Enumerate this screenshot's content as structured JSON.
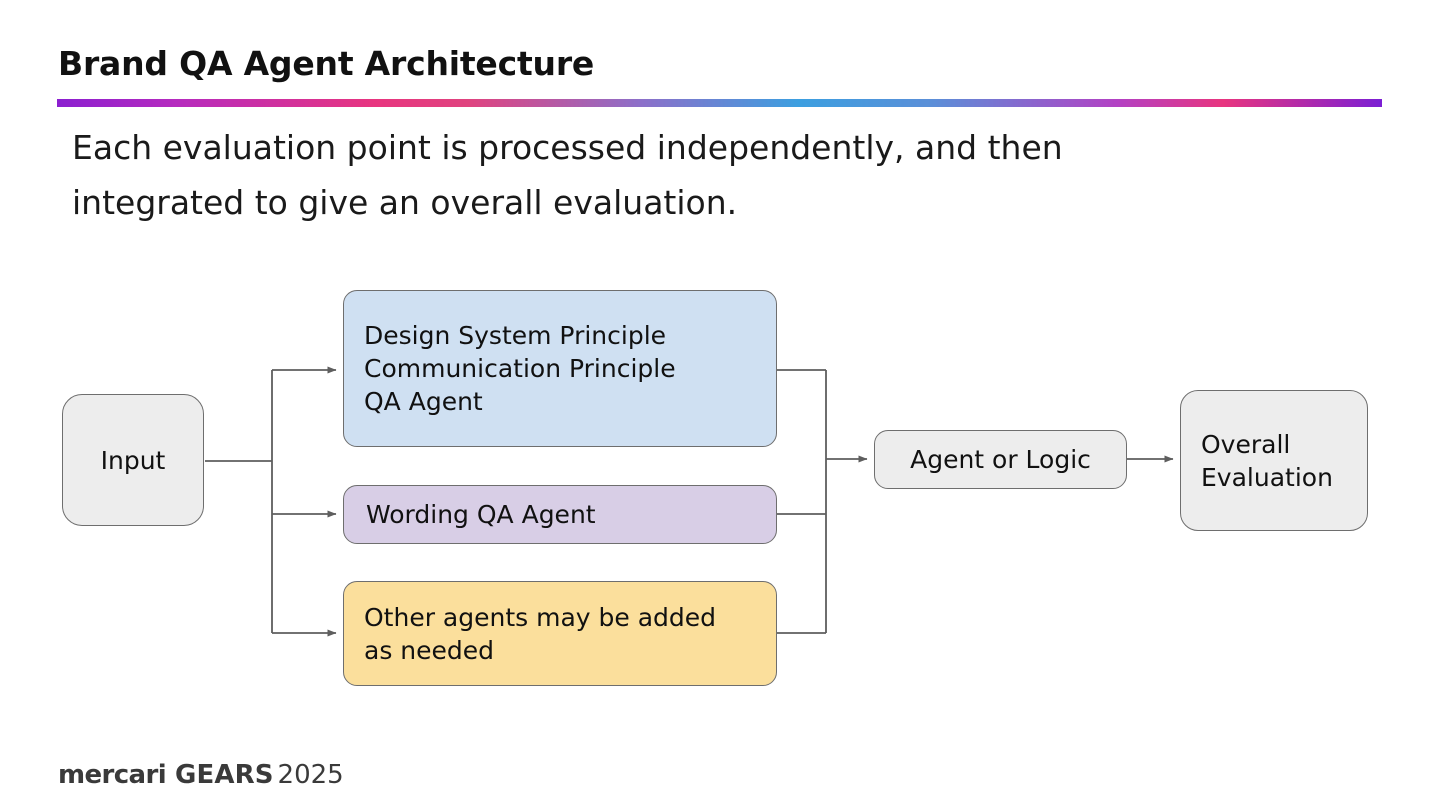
{
  "header": {
    "title": "Brand QA Agent Architecture",
    "rule_gradient_colors": [
      "#8b1fd0",
      "#e8357f",
      "#3c9fe0",
      "#b341c4",
      "#7b1fd4"
    ],
    "subtitle_line1": "Each evaluation point is processed independently, and then",
    "subtitle_line2": "integrated to give an overall evaluation."
  },
  "diagram": {
    "nodes": {
      "input": {
        "label": "Input",
        "fill": "#ededed"
      },
      "design_qa": {
        "label": "Design System Principle\nCommunication Principle\nQA Agent",
        "fill": "#cfe0f2"
      },
      "wording_qa": {
        "label": "Wording QA Agent",
        "fill": "#d8cee6"
      },
      "other_agents": {
        "label": "Other agents may be added\nas needed",
        "fill": "#fbdf9c"
      },
      "agent_or_logic": {
        "label": "Agent or Logic",
        "fill": "#ededed"
      },
      "overall_evaluation": {
        "label": "Overall\nEvaluation",
        "fill": "#ededed"
      }
    },
    "connector_color": "#5e5e5e"
  },
  "footer": {
    "brand": "mercari",
    "event": "GEARS",
    "year": "2025"
  }
}
